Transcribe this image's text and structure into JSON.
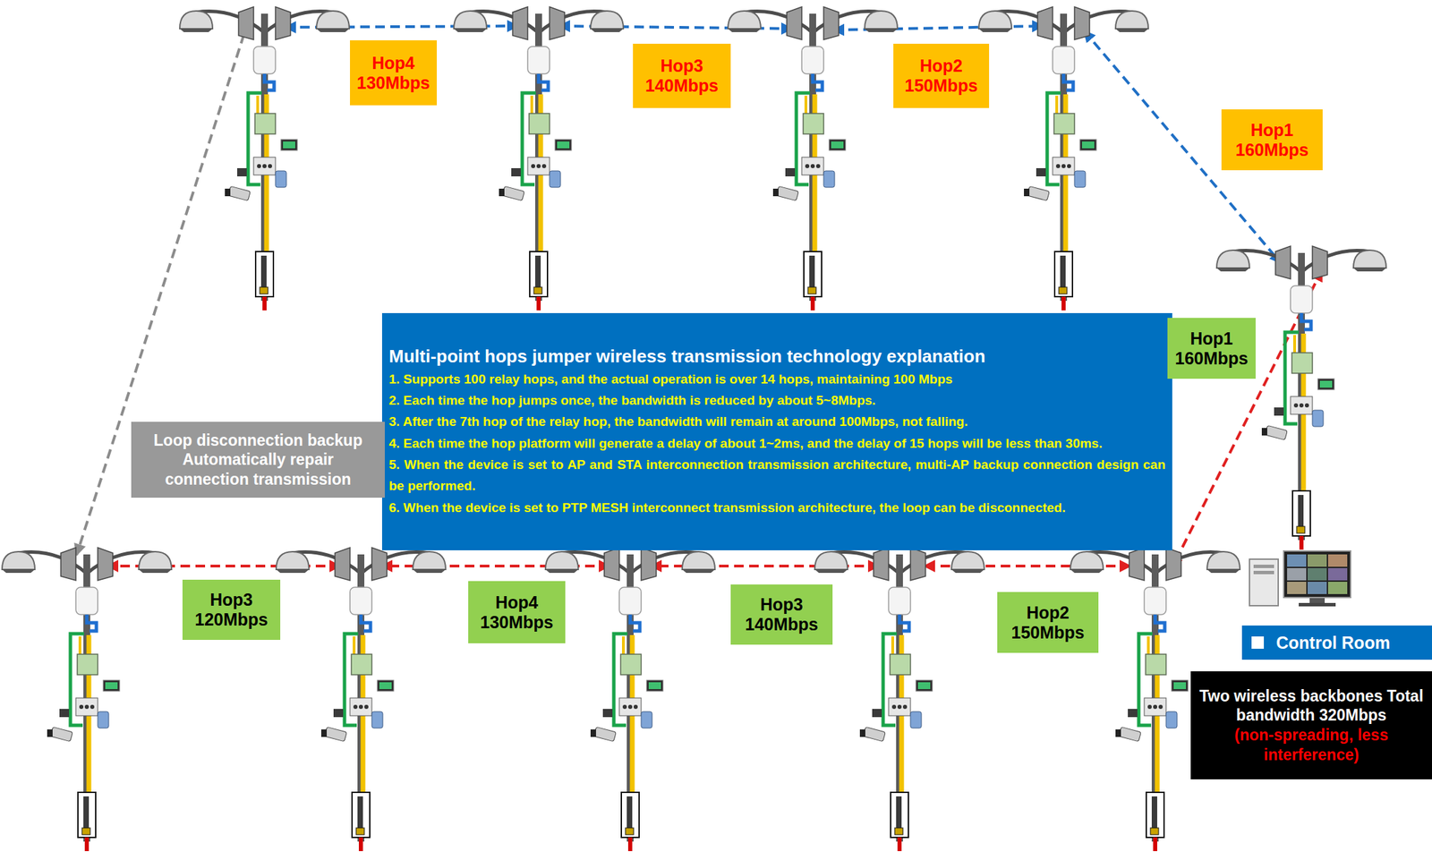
{
  "diagram": {
    "nodes": [
      {
        "text": [
          "Hop4 130Mbps"
        ]
      },
      {
        "text": [
          "Hop3 140Mbps"
        ]
      },
      {
        "text": [
          "Hop2 150Mbps"
        ]
      },
      {
        "text": [
          "Hop1 160Mbps"
        ]
      },
      {
        "text": [
          "Multi-point hops jumper wireless transmission technology explanation",
          "1. Supports 100 relay hops, and the actual operation is over 14 hops, maintaining 100 Mbps",
          "2. Each time the hop jumps once, the bandwidth is reduced by about 5~8Mbps.",
          "3. After the 7th hop of the relay hop, the bandwidth will remain at around 100Mbps, not falling.",
          "4. Each time the hop platform will generate a delay of about 1~2ms, and the delay of 15 hops will be less than 30ms.",
          "5. When the device is set to AP and STA interconnection transmission architecture, multi-AP backup connection design can be performed.",
          "6. When the device is set to PTP MESH interconnect transmission architecture, the loop can be disconnected."
        ]
      },
      {
        "text": [
          "Hop1 160Mbps"
        ]
      },
      {
        "text": [
          "Loop disconnection backup Automatically repair connection transmission"
        ]
      },
      {
        "text": [
          "Hop3 120Mbps"
        ]
      },
      {
        "text": [
          "Hop4 130Mbps"
        ]
      },
      {
        "text": [
          "Hop3 140Mbps"
        ]
      },
      {
        "text": [
          "Hop2 150Mbps"
        ]
      },
      {
        "text": [
          "Control Room"
        ]
      },
      {
        "text": [
          "Two wireless backbones Total bandwidth 320Mbps",
          "(non-spreading, less interference)"
        ]
      }
    ]
  }
}
